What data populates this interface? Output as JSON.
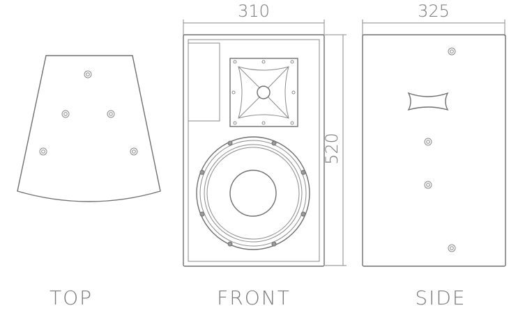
{
  "dimensions": {
    "width": "310",
    "depth": "325",
    "height": "520"
  },
  "views": {
    "top": "TOP",
    "front": "FRONT",
    "side": "SIDE"
  },
  "colors": {
    "line": "#6f6f6f",
    "text": "#7a7a7a",
    "background": "#ffffff"
  }
}
